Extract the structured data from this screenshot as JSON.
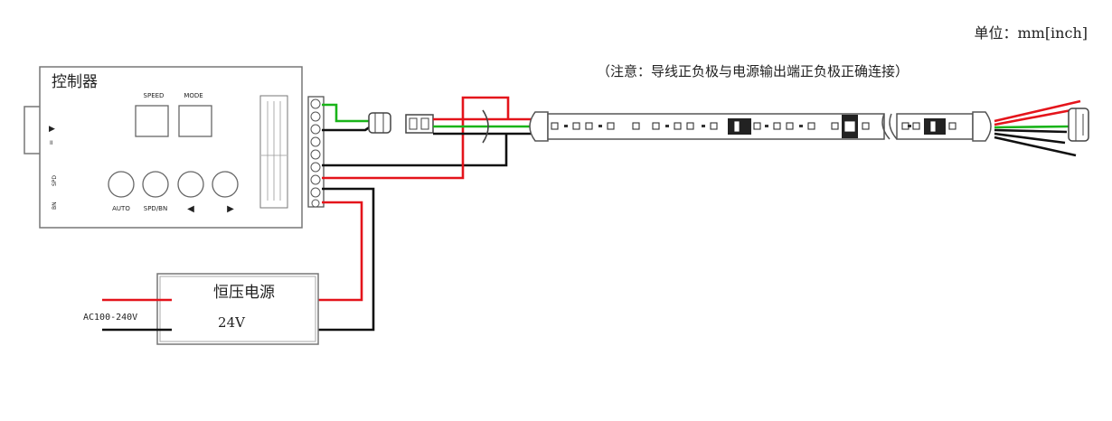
{
  "header": {
    "unit_label": "单位：mm[inch]",
    "note": "（注意：导线正负极与电源输出端正负极正确连接）"
  },
  "controller": {
    "title": "控制器",
    "display_speed_label": "SPEED",
    "display_mode_label": "MODE",
    "buttons": [
      "AUTO",
      "SPD/BN",
      "◀",
      "▶"
    ],
    "side_marks": [
      "▶",
      "II",
      "SPD",
      "BN"
    ]
  },
  "power_supply": {
    "title": "恒压电源",
    "voltage": "24V",
    "input_label": "AC100-240V"
  },
  "colors": {
    "wire_red": "#e4141b",
    "wire_black": "#111111",
    "wire_green": "#19b419",
    "outline": "#555555",
    "panel_border": "#777777"
  }
}
